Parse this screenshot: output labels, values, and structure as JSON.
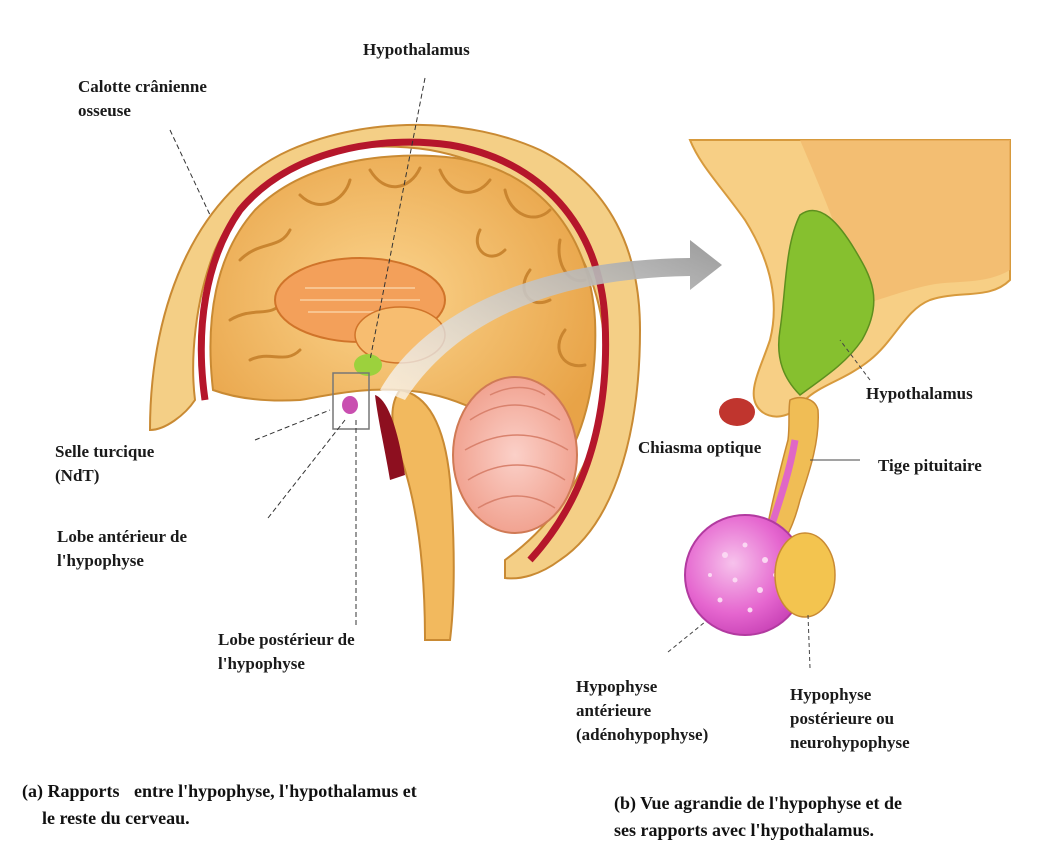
{
  "labels": {
    "hypothalamus_top": "Hypothalamus",
    "calotte": [
      "Calotte crânienne",
      "osseuse"
    ],
    "selle": [
      "Selle turcique",
      "(NdT)"
    ],
    "lobe_anterieur": [
      "Lobe antérieur de",
      "l'hypophyse"
    ],
    "lobe_posterieur": [
      "Lobe postérieur de",
      "l'hypophyse"
    ],
    "hypothalamus_right": "Hypothalamus",
    "chiasma": "Chiasma optique",
    "tige": "Tige pituitaire",
    "hypophyse_anterieure": [
      "Hypophyse",
      "antérieure",
      "(adénohypophyse)"
    ],
    "hypophyse_posterieure": [
      "Hypophyse",
      "postérieure ou",
      "neurohypophyse"
    ]
  },
  "captions": {
    "a_start": "(a) Rapports",
    "a_rest": "entre l'hypophyse, l'hypothalamus et",
    "a_line2": "le reste du cerveau.",
    "b_line1": "(b) Vue agrandie de l'hypophyse et de",
    "b_line2": "ses rapports avec l'hypothalamus."
  },
  "colors": {
    "skull": "#f2c879",
    "skull_edge": "#d89a3a",
    "dura": "#b5162b",
    "brain": "#f4b760",
    "brain_dark": "#d98a2c",
    "corpus": "#f19955",
    "cerebellum": "#f4a3a6",
    "hypothalamus_green": "#7fb92b",
    "adenohypophyse": "#e35ad0",
    "neurohypophyse": "#f0c04c",
    "arrow": "#a7a7a7"
  }
}
